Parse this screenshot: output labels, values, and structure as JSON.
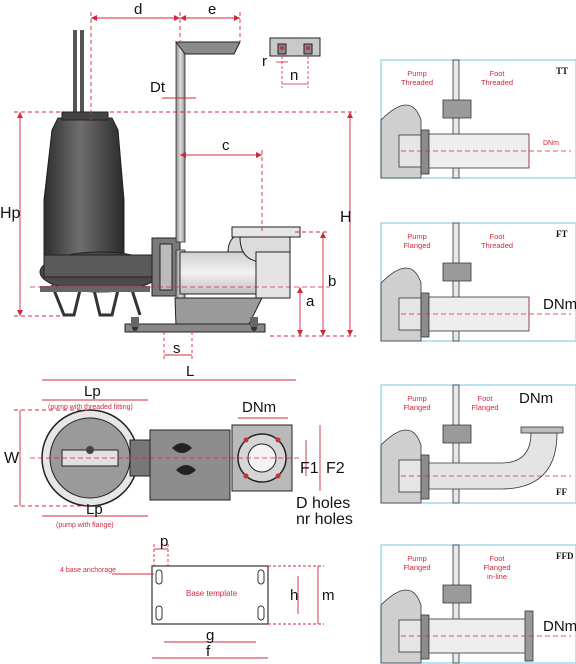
{
  "dimensions": {
    "d": "d",
    "e": "e",
    "r": "r",
    "n": "n",
    "Dt": "Dt",
    "c": "c",
    "Hp": "Hp",
    "H": "H",
    "b": "b",
    "a": "a",
    "s": "s",
    "L": "L",
    "Lp_top": "Lp",
    "threaded_note": "(pump with threaded fitting)",
    "W": "W",
    "Lp_bottom": "Lp",
    "flange_note": "(pump with flange)",
    "DNm": "DNm",
    "F1": "F1",
    "F2": "F2",
    "D_holes": "D holes",
    "nr_holes": "nr holes",
    "p": "p",
    "anchorage": "4 base anchorage",
    "base_template": "Base template",
    "h": "h",
    "m": "m",
    "g": "g",
    "f": "f"
  },
  "panels": [
    {
      "code": "TT",
      "pump_label_1": "Pump",
      "pump_label_2": "Threaded",
      "foot_label_1": "Foot",
      "foot_label_2": "Threaded",
      "foot_label_3": "",
      "dnm": "DNm"
    },
    {
      "code": "FT",
      "pump_label_1": "Pump",
      "pump_label_2": "Flanged",
      "foot_label_1": "Foot",
      "foot_label_2": "Threaded",
      "foot_label_3": "",
      "dnm": "DNm"
    },
    {
      "code": "FF",
      "pump_label_1": "Pump",
      "pump_label_2": "Flanged",
      "foot_label_1": "Foot",
      "foot_label_2": "Flanged",
      "foot_label_3": "",
      "dnm": "DNm"
    },
    {
      "code": "FFD",
      "pump_label_1": "Pump",
      "pump_label_2": "Flanged",
      "foot_label_1": "Foot",
      "foot_label_2": "Flanged",
      "foot_label_3": "in-line",
      "dnm": "DNm"
    }
  ],
  "colors": {
    "dimension_line": "#d3283c",
    "panel_border": "#8ecfe6",
    "pump_body": "#3d3d3d",
    "pump_light": "#9a9a9a",
    "outline": "#222222"
  }
}
